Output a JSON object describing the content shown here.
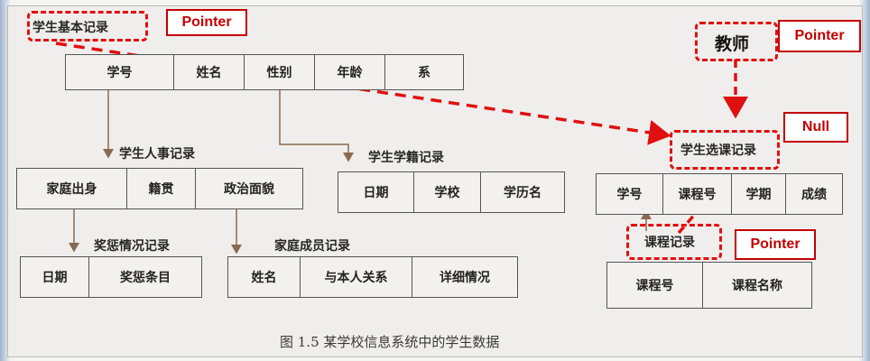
{
  "student_basic": {
    "label": "学生基本记录",
    "fields": [
      "学号",
      "姓名",
      "性别",
      "年龄",
      "系"
    ]
  },
  "student_personnel": {
    "label": "学生人事记录",
    "fields": [
      "家庭出身",
      "籍贯",
      "政治面貌"
    ]
  },
  "student_status": {
    "label": "学生学籍记录",
    "fields": [
      "日期",
      "学校",
      "学历名"
    ]
  },
  "rewards": {
    "label": "奖惩情况记录",
    "fields": [
      "日期",
      "奖惩条目"
    ]
  },
  "family": {
    "label": "家庭成员记录",
    "fields": [
      "姓名",
      "与本人关系",
      "详细情况"
    ]
  },
  "teacher": {
    "label": "教师"
  },
  "course_selection": {
    "label": "学生选课记录",
    "fields": [
      "学号",
      "课程号",
      "学期",
      "成绩"
    ]
  },
  "course": {
    "label": "课程记录",
    "fields": [
      "课程号",
      "课程名称"
    ]
  },
  "tags": {
    "pointer_1": "Pointer",
    "pointer_2": "Pointer",
    "pointer_3": "Pointer",
    "null": "Null"
  },
  "caption": "图 1.5   某学校信息系统中的学生数据",
  "colors": {
    "accent": "#e01010",
    "tag_text": "#c40000",
    "line": "#8a6a50"
  }
}
